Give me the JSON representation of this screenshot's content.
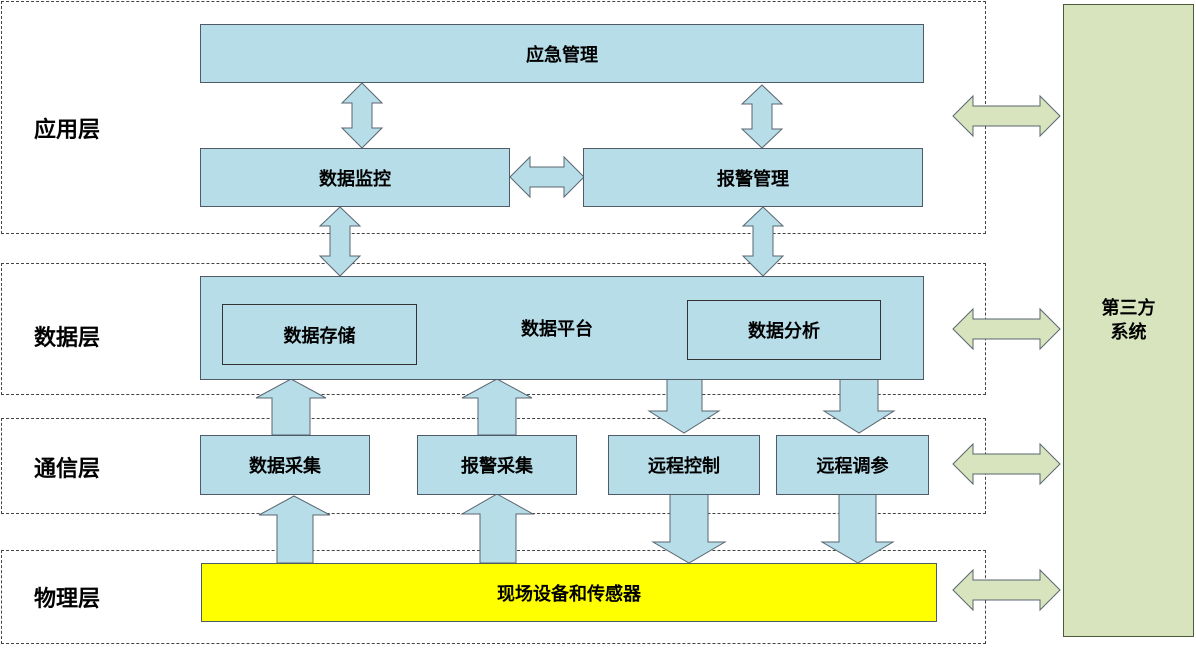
{
  "layers": {
    "application": "应用层",
    "data": "数据层",
    "communication": "通信层",
    "physical": "物理层"
  },
  "boxes": {
    "emergency_management": "应急管理",
    "data_monitoring": "数据监控",
    "alarm_management": "报警管理",
    "data_platform": "数据平台",
    "data_storage": "数据存储",
    "data_analysis": "数据分析",
    "data_collection": "数据采集",
    "alarm_collection": "报警采集",
    "remote_control": "远程控制",
    "remote_tuning": "远程调参",
    "field_devices": "现场设备和传感器"
  },
  "third_party": {
    "line1": "第三方",
    "line2": "系统"
  },
  "colors": {
    "box_fill": "#b7dde8",
    "arrow_fill": "#b7dde8",
    "side_arrow_fill": "#d7e4bd",
    "yellow_fill": "#ffff00",
    "third_party_fill": "#d7e4bd"
  }
}
